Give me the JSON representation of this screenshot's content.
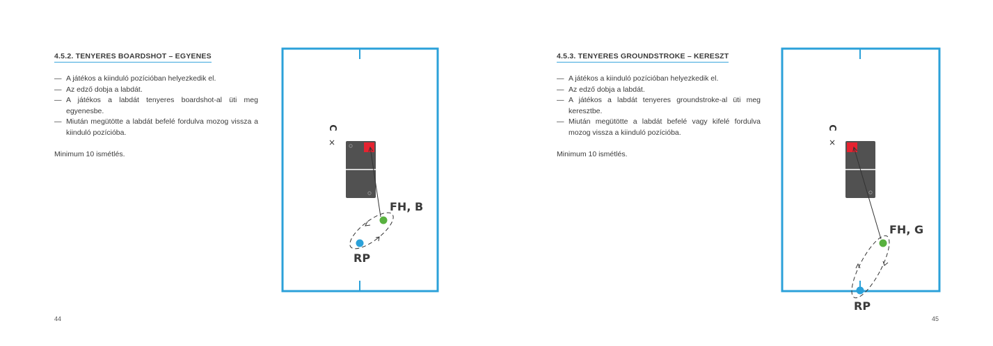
{
  "colors": {
    "court": "#2ba1d9",
    "table": "#515151",
    "target": "#e52330",
    "player_dot": "#2ba1d9",
    "hit_dot": "#58b13f",
    "heading_rule": "#39a5dc"
  },
  "left": {
    "heading": "4.5.2. TENYERES BOARDSHOT – EGYENES",
    "steps": [
      "A játékos a kiinduló pozícióban helyezkedik el.",
      "Az edző dobja a labdát.",
      "A játékos a labdát tenyeres boardshot-al üti meg egyenesbe.",
      "Miután megütötte a labdát befelé fordulva mozog vissza a kiinduló pozícióba."
    ],
    "repetitions": "Minimum 10 ismétlés.",
    "page_number": "44",
    "diagram": {
      "coach_label": "C",
      "coach_marker": "×",
      "hit_label": "FH, B",
      "start_label": "RP"
    }
  },
  "right": {
    "heading": "4.5.3. TENYERES GROUNDSTROKE – KERESZT",
    "steps": [
      "A játékos a kiinduló pozícióban helyezkedik el.",
      "Az edző dobja a labdát.",
      "A játékos a labdát tenyeres groundstroke-al üti meg keresztbe.",
      "Miután megütötte a labdát befelé vagy kifelé fordulva mozog vissza a kiinduló pozícióba."
    ],
    "repetitions": "Minimum 10 ismétlés.",
    "page_number": "45",
    "diagram": {
      "coach_label": "C",
      "coach_marker": "×",
      "hit_label": "FH, G",
      "start_label": "RP"
    }
  }
}
